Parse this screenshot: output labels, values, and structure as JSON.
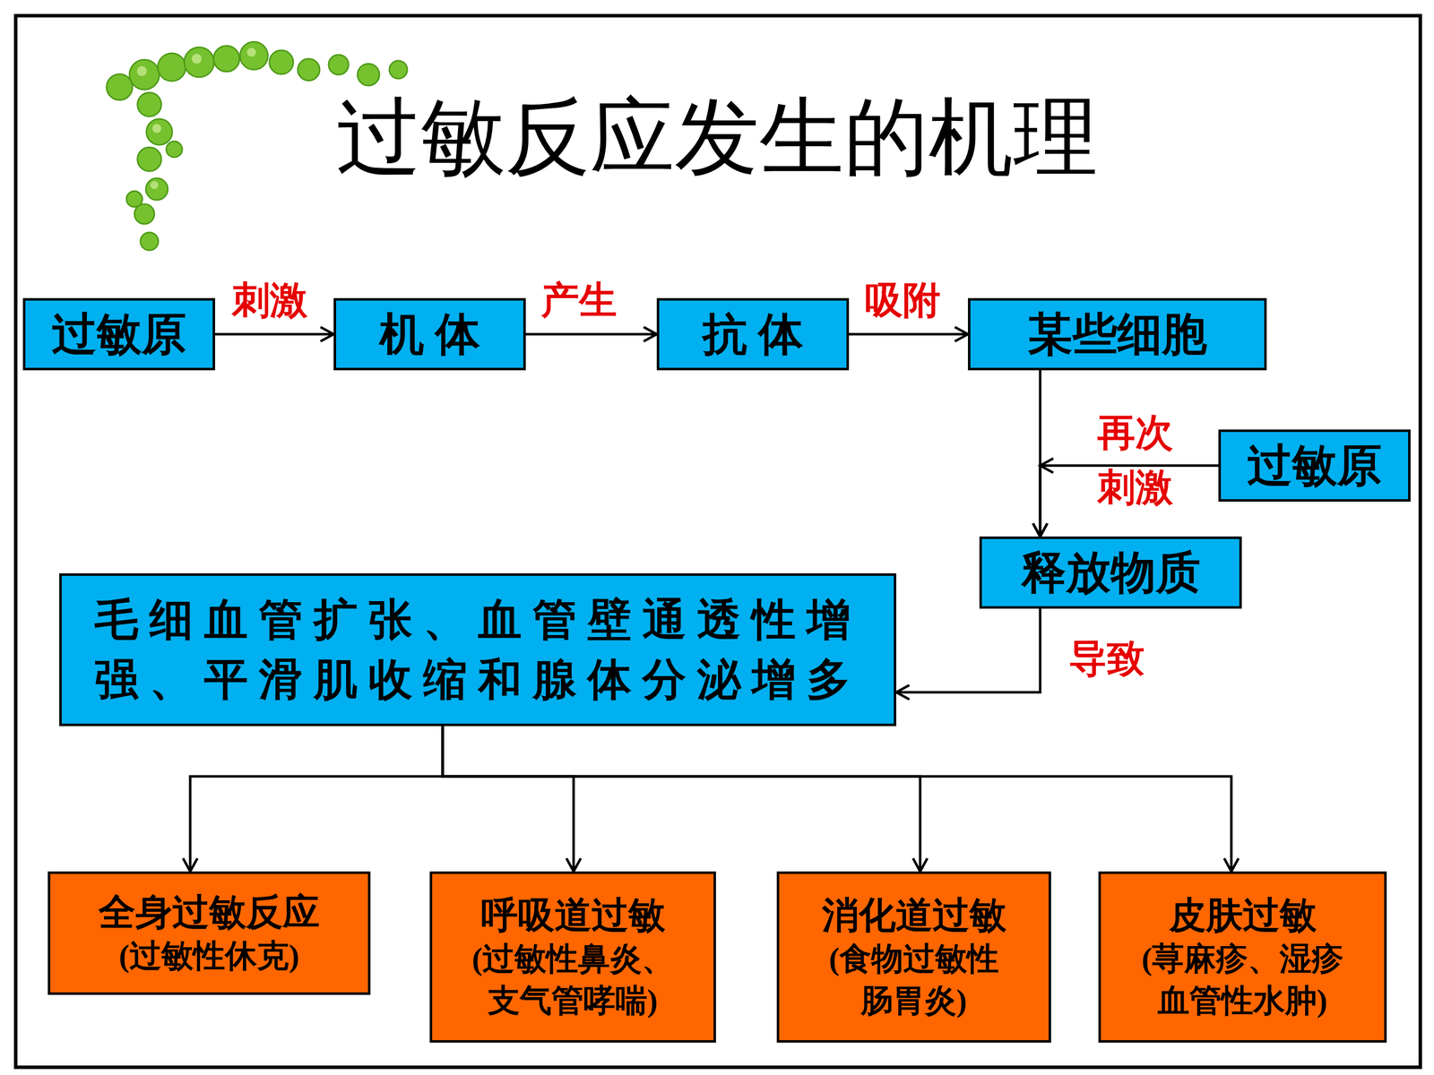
{
  "diagram": {
    "title": "过敏反应发生的机理",
    "nodes": [
      {
        "text": [
          "过敏原"
        ]
      },
      {
        "text": [
          "机 体"
        ]
      },
      {
        "text": [
          "抗 体"
        ]
      },
      {
        "text": [
          "某些细胞"
        ]
      },
      {
        "text": [
          "过敏原"
        ]
      },
      {
        "text": [
          "释放物质"
        ]
      },
      {
        "text": [
          "毛细血管扩张、血管壁通透性增强、平滑肌收缩和腺体分泌增多"
        ]
      },
      {
        "text": [
          "全身过敏反应",
          "(过敏性休克)"
        ]
      },
      {
        "text": [
          "呼吸道过敏",
          "(过敏性鼻炎、 支气管哮喘)"
        ]
      },
      {
        "text": [
          "消化道过敏",
          "(食物过敏性 肠胃炎)"
        ]
      },
      {
        "text": [
          "皮肤过敏",
          "(荨麻疹、湿疹 血管性水肿)"
        ]
      }
    ],
    "edges": [
      {
        "from": 0,
        "to": 1,
        "label": "刺激",
        "arrow": "to"
      },
      {
        "from": 1,
        "to": 2,
        "label": "产生",
        "arrow": "to"
      },
      {
        "from": 2,
        "to": 3,
        "label": "吸附",
        "arrow": "to"
      },
      {
        "from": 3,
        "to": 5,
        "arrow": "to"
      },
      {
        "from": 4,
        "to": 5,
        "label": "再次 刺激",
        "arrow": "to"
      },
      {
        "from": 5,
        "to": 6,
        "label": "导致",
        "arrow": "to"
      },
      {
        "from": 6,
        "to": 7,
        "arrow": "to"
      },
      {
        "from": 6,
        "to": 8,
        "arrow": "to"
      },
      {
        "from": 6,
        "to": 9,
        "arrow": "to"
      },
      {
        "from": 6,
        "to": 10,
        "arrow": "to"
      }
    ]
  }
}
